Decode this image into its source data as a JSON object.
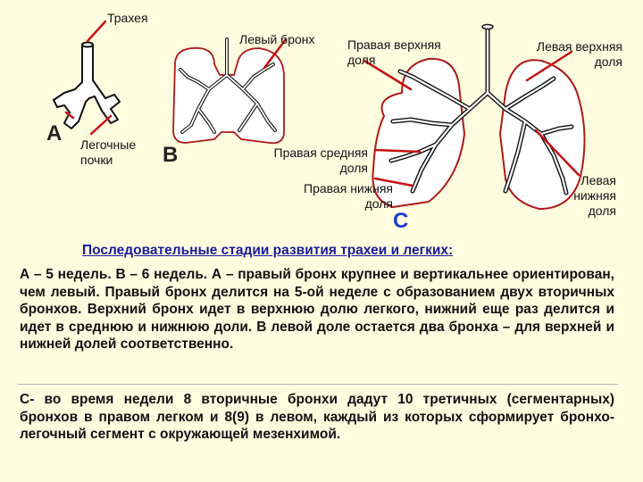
{
  "figure": {
    "labels": {
      "trachea": "Трахея",
      "left_bronchus": "Левый бронх",
      "right_upper_lobe": "Правая верхняя\nдоля",
      "left_upper_lobe": "Левая верхняя\nдоля",
      "lung_buds": "Легочные\nпочки",
      "right_middle_lobe": "Правая средняя\nдоля",
      "right_lower_lobe": "Правая нижняя\nдоля",
      "left_lower_lobe": "Левая\nнижняя\nдоля"
    },
    "stages": {
      "a": "А",
      "b": "В",
      "c": "С"
    },
    "colors": {
      "lung_fill": "#ffffff",
      "lung_outline": "#b01818",
      "bronchus_fill": "#ffffff",
      "bronchus_outline": "#111111",
      "pointer": "#c41212",
      "background": "#fffde0"
    }
  },
  "text": {
    "caption": "Последовательные стадии развития трахеи и легких:",
    "paragraph_1": "А – 5 недель. В – 6 недель. А – правый бронх крупнее и вертикальнее ориентирован, чем левый. Правый бронх делится на 5-ой неделе с образованием двух вторичных бронхов. Верхний бронх идет в верхнюю долю легкого, нижний еще раз делится и идет в среднюю и нижнюю доли. В левой доле остается два бронха – для верхней и нижней долей соответственно.",
    "paragraph_2": "С- во время недели 8 вторичные бронхи дадут 10 третичных (сегментарных) бронхов в правом легком и 8(9) в левом, каждый из которых сформирует бронхо-легочный сегмент с окружающей мезенхимой."
  }
}
